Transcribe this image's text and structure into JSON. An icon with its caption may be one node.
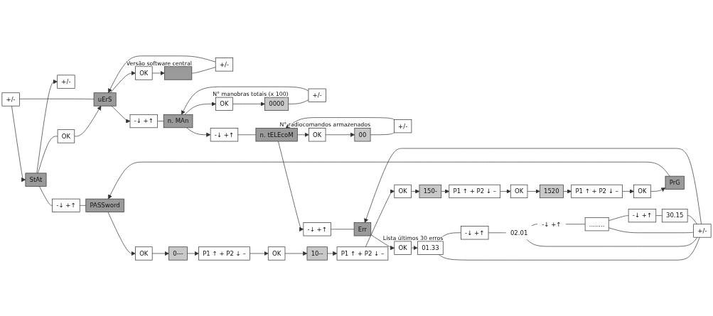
{
  "diagram": {
    "nodes": [
      {
        "text": [
          "+/-"
        ]
      },
      {
        "text": [
          "StAt"
        ]
      },
      {
        "text": [
          "+/-"
        ]
      },
      {
        "text": [
          "OK"
        ]
      },
      {
        "text": [
          "uErS"
        ]
      },
      {
        "text": [
          "OK"
        ]
      },
      {
        "text": [],
        "shape": "box",
        "beside": [
          "Versão software central"
        ]
      },
      {
        "text": [
          "+/-"
        ]
      },
      {
        "text": [
          "-↓ +↑"
        ]
      },
      {
        "text": [
          "n. MAn"
        ]
      },
      {
        "text": [
          "OK"
        ]
      },
      {
        "text": [
          "0000"
        ],
        "beside": [
          "N° manobras totais (x 100)"
        ]
      },
      {
        "text": [
          "+/-"
        ]
      },
      {
        "text": [
          "-↓ +↑"
        ]
      },
      {
        "text": [
          "n. tELEcoM"
        ]
      },
      {
        "text": [
          "OK"
        ]
      },
      {
        "text": [
          "00"
        ],
        "beside": [
          "N° radiocomandos armazenados"
        ]
      },
      {
        "text": [
          "+/-"
        ]
      },
      {
        "text": [
          "-↓ +↑"
        ]
      },
      {
        "text": [
          "Err"
        ]
      },
      {
        "text": [
          "OK"
        ]
      },
      {
        "text": [
          "01.33"
        ],
        "beside": [
          "Lista últimos 30 erros"
        ]
      },
      {
        "text": [
          "-↓ +↑"
        ]
      },
      {
        "text": [
          "02.01"
        ]
      },
      {
        "text": [
          "-↓ +↑"
        ]
      },
      {
        "text": [
          "........"
        ]
      },
      {
        "text": [
          "-↓ +↑"
        ]
      },
      {
        "text": [
          "30.15"
        ]
      },
      {
        "text": [
          "+/-"
        ]
      },
      {
        "text": [
          "-↓ +↑"
        ]
      },
      {
        "text": [
          "PASSword"
        ]
      },
      {
        "text": [
          "OK"
        ]
      },
      {
        "text": [
          "0---"
        ]
      },
      {
        "text": [
          "P1 ↑ + P2 ↓ –"
        ]
      },
      {
        "text": [
          "OK"
        ]
      },
      {
        "text": [
          "10--"
        ]
      },
      {
        "text": [
          "P1 ↑ + P2 ↓ –"
        ]
      },
      {
        "text": [
          "OK"
        ]
      },
      {
        "text": [
          "150-"
        ]
      },
      {
        "text": [
          "P1 ↑ + P2 ↓ –"
        ]
      },
      {
        "text": [
          "OK"
        ]
      },
      {
        "text": [
          "1520"
        ]
      },
      {
        "text": [
          "P1 ↑ + P2 ↓ –"
        ]
      },
      {
        "text": [
          "OK"
        ]
      },
      {
        "text": [
          "PrG"
        ]
      }
    ],
    "edges": [
      {
        "from": 1,
        "to": 3,
        "arrow": "none"
      },
      {
        "from": 3,
        "to": 4,
        "arrow": "to"
      },
      {
        "from": 4,
        "to": 0,
        "arrow": "none"
      },
      {
        "from": 0,
        "to": 1,
        "arrow": "to"
      },
      {
        "from": 1,
        "to": 2,
        "arrow": "to"
      },
      {
        "from": 4,
        "to": 5,
        "arrow": "to"
      },
      {
        "from": 5,
        "to": 6,
        "arrow": "to"
      },
      {
        "from": 6,
        "to": 7,
        "arrow": "none"
      },
      {
        "from": 7,
        "to": 4,
        "arrow": "to"
      },
      {
        "from": 4,
        "to": 8,
        "arrow": "to"
      },
      {
        "from": 8,
        "to": 9,
        "arrow": "none"
      },
      {
        "from": 9,
        "to": 10,
        "arrow": "to"
      },
      {
        "from": 10,
        "to": 11,
        "arrow": "to"
      },
      {
        "from": 11,
        "to": 12,
        "arrow": "none"
      },
      {
        "from": 12,
        "to": 9,
        "arrow": "to"
      },
      {
        "from": 9,
        "to": 13,
        "arrow": "to"
      },
      {
        "from": 13,
        "to": 14,
        "arrow": "none"
      },
      {
        "from": 14,
        "to": 15,
        "arrow": "to"
      },
      {
        "from": 15,
        "to": 16,
        "arrow": "to"
      },
      {
        "from": 16,
        "to": 17,
        "arrow": "none"
      },
      {
        "from": 17,
        "to": 14,
        "arrow": "to"
      },
      {
        "from": 14,
        "to": 18,
        "arrow": "to"
      },
      {
        "from": 18,
        "to": 19,
        "arrow": "none"
      },
      {
        "from": 19,
        "to": 20,
        "arrow": "to"
      },
      {
        "from": 20,
        "to": 21,
        "arrow": "to"
      },
      {
        "from": 21,
        "to": 22,
        "arrow": "none"
      },
      {
        "from": 22,
        "to": 23,
        "arrow": "none"
      },
      {
        "from": 23,
        "to": 24,
        "arrow": "none"
      },
      {
        "from": 24,
        "to": 25,
        "arrow": "none"
      },
      {
        "from": 25,
        "to": 26,
        "arrow": "none"
      },
      {
        "from": 26,
        "to": 27,
        "arrow": "none"
      },
      {
        "from": 21,
        "to": 28,
        "arrow": "none"
      },
      {
        "from": 23,
        "to": 28,
        "arrow": "none"
      },
      {
        "from": 25,
        "to": 28,
        "arrow": "none"
      },
      {
        "from": 27,
        "to": 28,
        "arrow": "none"
      },
      {
        "from": 28,
        "to": 19,
        "arrow": "to"
      },
      {
        "from": 1,
        "to": 29,
        "arrow": "none"
      },
      {
        "from": 29,
        "to": 30,
        "arrow": "none"
      },
      {
        "from": 30,
        "to": 31,
        "arrow": "to"
      },
      {
        "from": 31,
        "to": 32,
        "arrow": "to"
      },
      {
        "from": 32,
        "to": 33,
        "arrow": "to"
      },
      {
        "from": 33,
        "to": 34,
        "arrow": "to"
      },
      {
        "from": 34,
        "to": 35,
        "arrow": "to"
      },
      {
        "from": 35,
        "to": 36,
        "arrow": "to"
      },
      {
        "from": 36,
        "to": 37,
        "arrow": "to"
      },
      {
        "from": 37,
        "to": 38,
        "arrow": "to"
      },
      {
        "from": 38,
        "to": 39,
        "arrow": "to"
      },
      {
        "from": 39,
        "to": 40,
        "arrow": "to"
      },
      {
        "from": 40,
        "to": 41,
        "arrow": "to"
      },
      {
        "from": 41,
        "to": 42,
        "arrow": "to"
      },
      {
        "from": 42,
        "to": 43,
        "arrow": "to"
      },
      {
        "from": 43,
        "to": 44,
        "arrow": "to"
      },
      {
        "from": 44,
        "to": 30,
        "arrow": "to"
      }
    ]
  }
}
